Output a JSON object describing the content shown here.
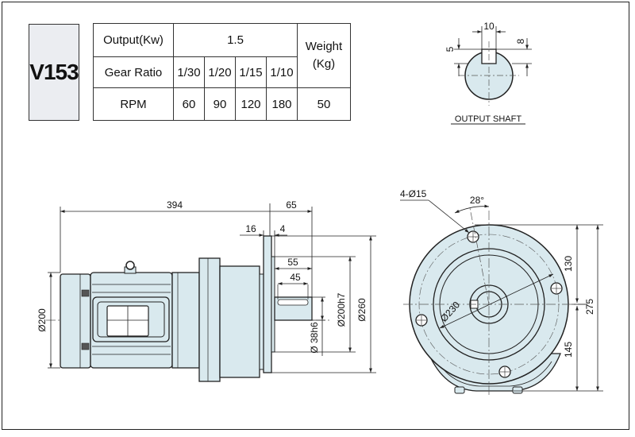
{
  "model": "V153",
  "spec_table": {
    "output_label": "Output(Kw)",
    "output_value": "1.5",
    "weight_label_line1": "Weight",
    "weight_label_line2": "(Kg)",
    "gear_ratio_label": "Gear Ratio",
    "gear_ratios": [
      "1/30",
      "1/20",
      "1/15",
      "1/10"
    ],
    "rpm_label": "RPM",
    "rpm_values": [
      "60",
      "90",
      "120",
      "180"
    ],
    "weight_value": "50"
  },
  "output_shaft": {
    "caption": "OUTPUT SHAFT",
    "key_width": "10",
    "key_depth_left": "5",
    "key_depth_right": "8"
  },
  "side_view": {
    "overall_length": "394",
    "flange_to_end": "65",
    "flange_thickness": "16",
    "spigot_depth": "4",
    "shaft_length": "55",
    "key_length": "45",
    "motor_diameter": "Ø200",
    "shaft_diameter": "Ø 38h6",
    "spigot_diameter": "Ø200h7",
    "flange_diameter": "Ø260"
  },
  "front_view": {
    "holes": "4-Ø15",
    "hole_angle": "28°",
    "pcd": "Ø230",
    "upper_height": "130",
    "lower_height": "145",
    "total_height": "275"
  }
}
